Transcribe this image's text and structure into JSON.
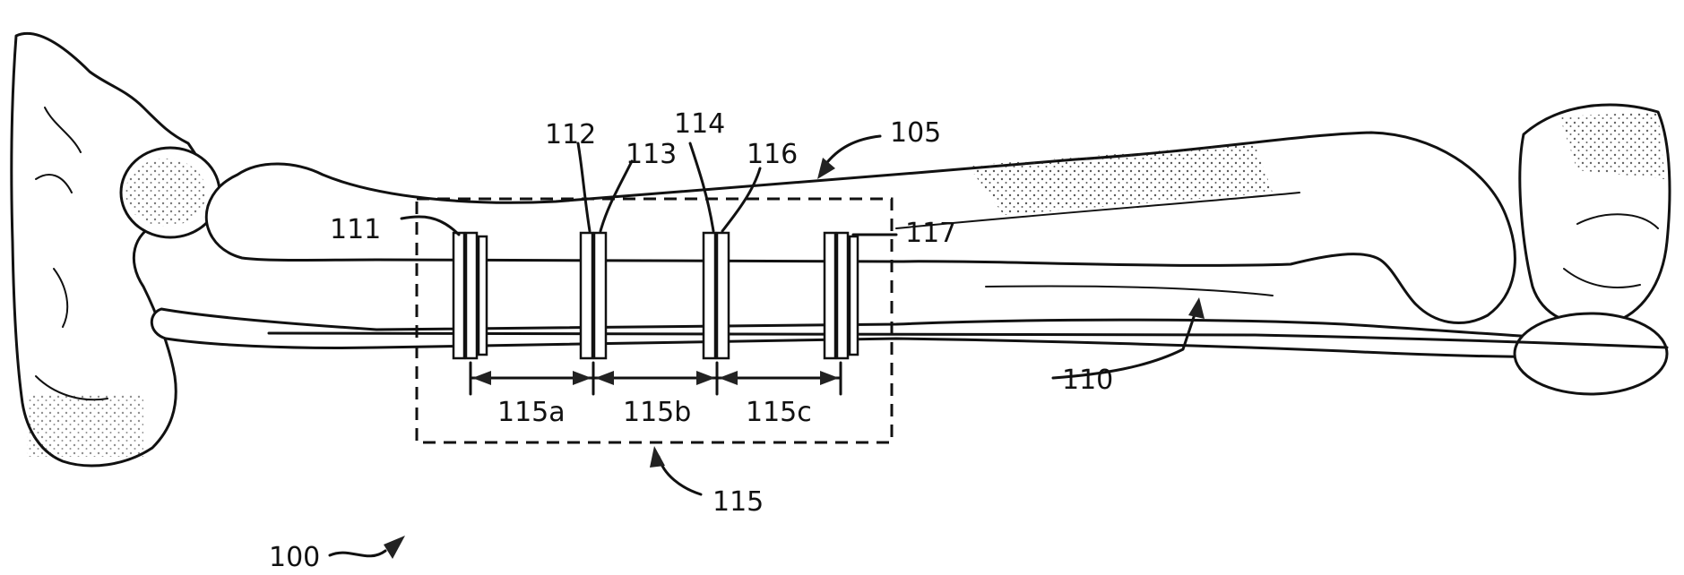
{
  "labels": {
    "assembly": "100",
    "bone_upper": "105",
    "bone_lower": "110",
    "implant_1": "111",
    "implant_2": "112",
    "implant_3": "113",
    "implant_4": "114",
    "region": "115",
    "spacing_a": "115a",
    "spacing_b": "115b",
    "spacing_c": "115c",
    "implant_5": "116",
    "implant_6": "117"
  },
  "colors": {
    "line": "#111111",
    "background": "#ffffff"
  }
}
